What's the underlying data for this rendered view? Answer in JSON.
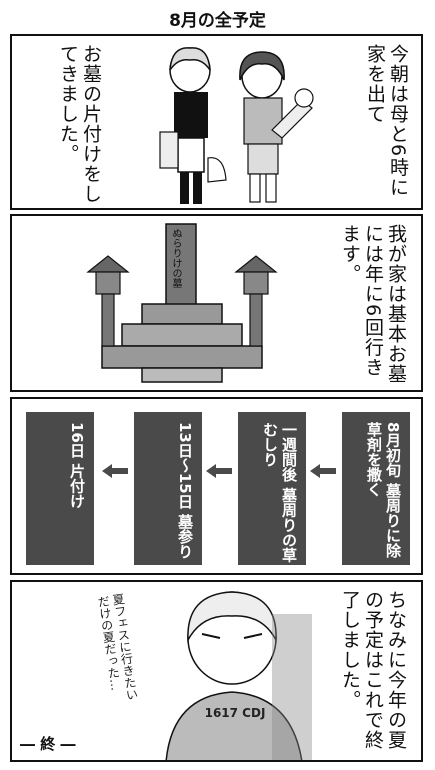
{
  "title": "8月の全予定",
  "panel1": {
    "right_text": "今朝は母と6時に家を出て",
    "left_text": "お墓の片付けをしてきました。"
  },
  "panel2": {
    "text": "我が家は基本お墓には年に6回行きます。",
    "grave_label": "ぬらりけの墓"
  },
  "panel3": {
    "steps": [
      {
        "text": "8月初旬 墓周りに除草剤を撒く"
      },
      {
        "text": "一週間後 墓周りの草むしり"
      },
      {
        "text": "13日〜15日 墓参り"
      },
      {
        "text": "16日 片付け"
      }
    ],
    "box_color": "#4a4a4a"
  },
  "panel4": {
    "text": "ちなみに今年の夏の予定はこれで終了しました。",
    "scribble": "夏フェスに行きたいだけの夏だった…",
    "shirt_text": "1617 CDJ",
    "end_mark": "― 終 ―"
  }
}
